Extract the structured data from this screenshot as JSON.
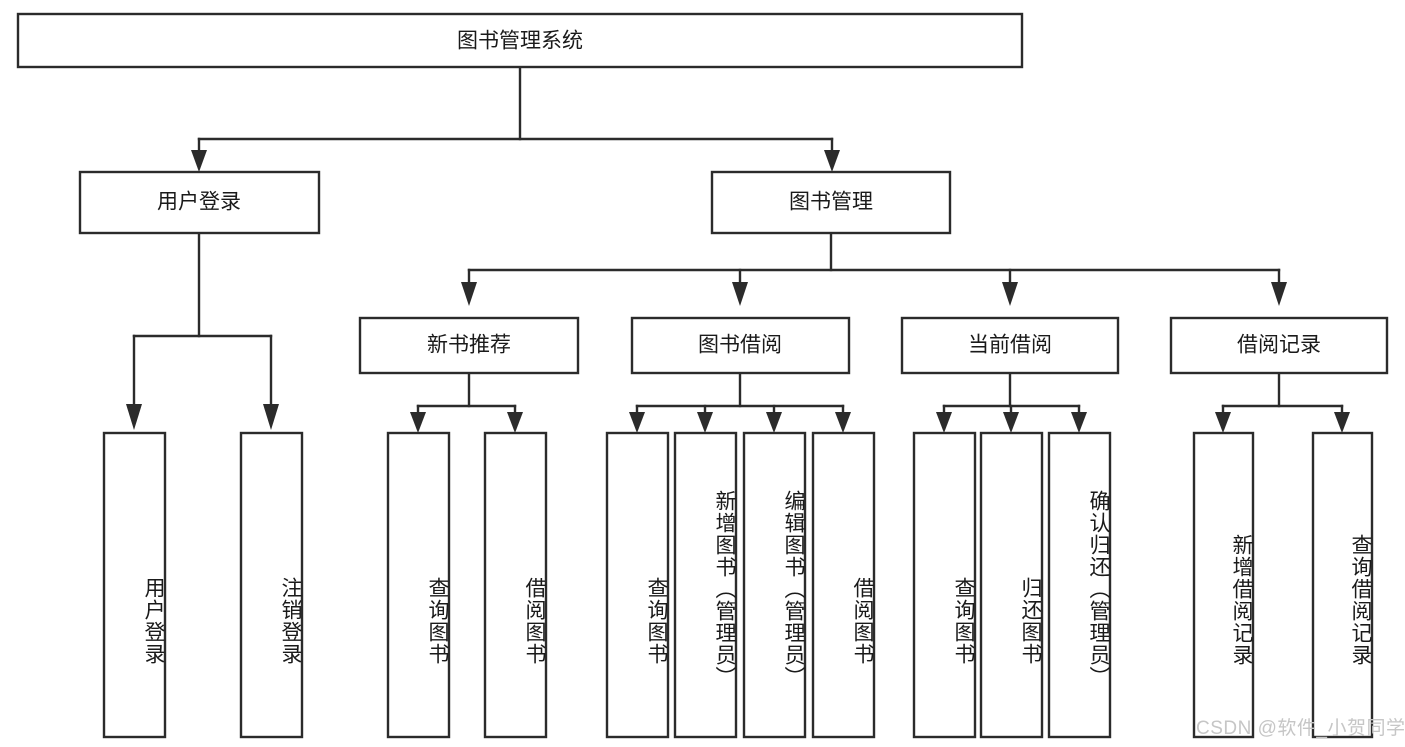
{
  "diagram": {
    "type": "tree-hierarchy",
    "title": "图书管理系统",
    "root": {
      "id": "root",
      "label": "图书管理系统",
      "orientation": "horizontal"
    },
    "level2": [
      {
        "id": "user-login",
        "label": "用户登录",
        "orientation": "horizontal"
      },
      {
        "id": "book-manage",
        "label": "图书管理",
        "orientation": "horizontal"
      }
    ],
    "level3": [
      {
        "id": "new-book-recommend",
        "label": "新书推荐",
        "orientation": "horizontal",
        "parent": "book-manage"
      },
      {
        "id": "book-borrow",
        "label": "图书借阅",
        "orientation": "horizontal",
        "parent": "book-manage"
      },
      {
        "id": "current-borrow",
        "label": "当前借阅",
        "orientation": "horizontal",
        "parent": "book-manage"
      },
      {
        "id": "borrow-record",
        "label": "借阅记录",
        "orientation": "horizontal",
        "parent": "book-manage"
      }
    ],
    "leaves": [
      {
        "id": "leaf-user-login",
        "label": "用户登录",
        "orientation": "vertical",
        "parent": "user-login"
      },
      {
        "id": "leaf-user-logout",
        "label": "注销登录",
        "orientation": "vertical",
        "parent": "user-login"
      },
      {
        "id": "leaf-query-book-1",
        "label": "查询图书",
        "orientation": "vertical",
        "parent": "new-book-recommend"
      },
      {
        "id": "leaf-borrow-book-1",
        "label": "借阅图书",
        "orientation": "vertical",
        "parent": "new-book-recommend"
      },
      {
        "id": "leaf-query-book-2",
        "label": "查询图书",
        "orientation": "vertical",
        "parent": "book-borrow"
      },
      {
        "id": "leaf-add-book",
        "label": "新增图书（管理员）",
        "orientation": "vertical",
        "parent": "book-borrow"
      },
      {
        "id": "leaf-edit-book",
        "label": "编辑图书（管理员）",
        "orientation": "vertical",
        "parent": "book-borrow"
      },
      {
        "id": "leaf-borrow-book-2",
        "label": "借阅图书",
        "orientation": "vertical",
        "parent": "book-borrow"
      },
      {
        "id": "leaf-query-book-3",
        "label": "查询图书",
        "orientation": "vertical",
        "parent": "current-borrow"
      },
      {
        "id": "leaf-return-book",
        "label": "归还图书",
        "orientation": "vertical",
        "parent": "current-borrow"
      },
      {
        "id": "leaf-confirm-return",
        "label": "确认归还（管理员）",
        "orientation": "vertical",
        "parent": "current-borrow"
      },
      {
        "id": "leaf-add-record",
        "label": "新增借阅记录",
        "orientation": "vertical",
        "parent": "borrow-record"
      },
      {
        "id": "leaf-query-record",
        "label": "查询借阅记录",
        "orientation": "vertical",
        "parent": "borrow-record"
      }
    ],
    "colors": {
      "stroke": "#2b2b2b",
      "fill": "#ffffff",
      "text": "#1a1a1a",
      "watermark": "#c6c6c6"
    }
  },
  "watermark": {
    "text": "CSDN @软件_小贺同学"
  }
}
